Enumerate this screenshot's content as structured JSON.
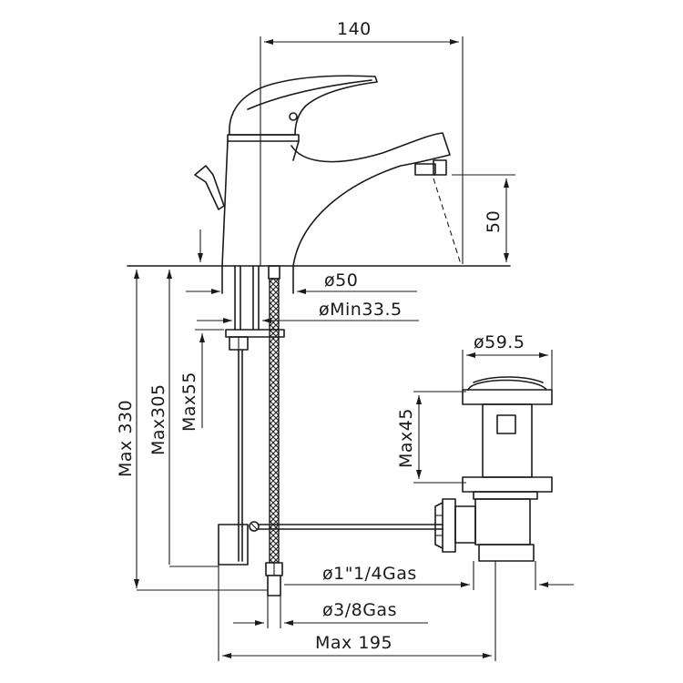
{
  "dimensions": {
    "spout_reach": "140",
    "spout_height": "50",
    "body_diameter": "ø50",
    "hole_min_diameter": "øMin33.5",
    "max_thickness": "Max55",
    "max_length_305": "Max305",
    "max_length_330": "Max 330",
    "drain_diameter": "ø59.5",
    "drain_height": "Max45",
    "waste_thread": "ø1\"1/4Gas",
    "hose_thread": "ø3/8Gas",
    "max_width": "Max 195"
  }
}
